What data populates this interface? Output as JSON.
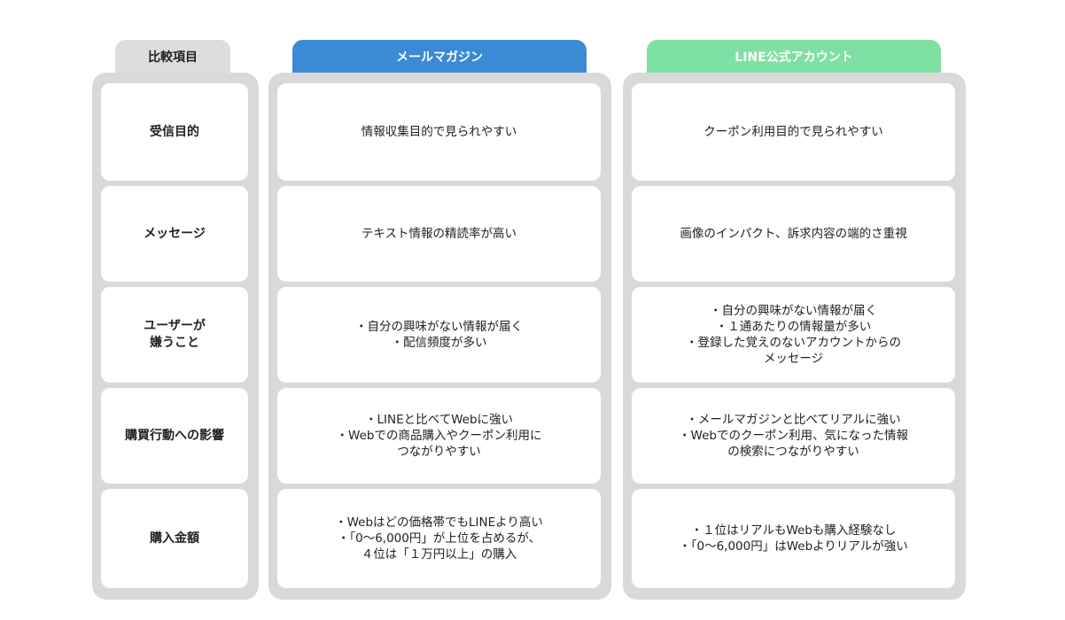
{
  "headers": {
    "label": "比較項目",
    "mail": "メールマガジン",
    "line": "LINE公式アカウント"
  },
  "colors": {
    "label_header": "#dddddd",
    "mail_header": "#3a8ad6",
    "line_header": "#7fe0a3",
    "panel": "#d9d9d9",
    "cell": "#ffffff"
  },
  "rows": [
    {
      "label": "受信目的",
      "mail": "情報収集目的で見られやすい",
      "line": "クーポン利用目的で見られやすい"
    },
    {
      "label": "メッセージ",
      "mail": "テキスト情報の精読率が高い",
      "line": "画像のインパクト、訴求内容の端的さ重視"
    },
    {
      "label": "ユーザーが\n嫌うこと",
      "mail": "・自分の興味がない情報が届く\n・配信頻度が多い",
      "line": "・自分の興味がない情報が届く\n・１通あたりの情報量が多い\n・登録した覚えのないアカウントからの\nメッセージ"
    },
    {
      "label": "購買行動への影響",
      "mail": "・LINEと比べてWebに強い\n・Webでの商品購入やクーポン利用に\nつながりやすい",
      "line": "・メールマガジンと比べてリアルに強い\n・Webでのクーポン利用、気になった情報\nの検索につながりやすい"
    },
    {
      "label": "購入金額",
      "mail": "・Webはどの価格帯でもLINEより高い\n・「0〜6,000円」が上位を占めるが、\n４位は「１万円以上」の購入",
      "line": "・１位はリアルもWebも購入経験なし\n・「0〜6,000円」はWebよりリアルが強い"
    }
  ]
}
